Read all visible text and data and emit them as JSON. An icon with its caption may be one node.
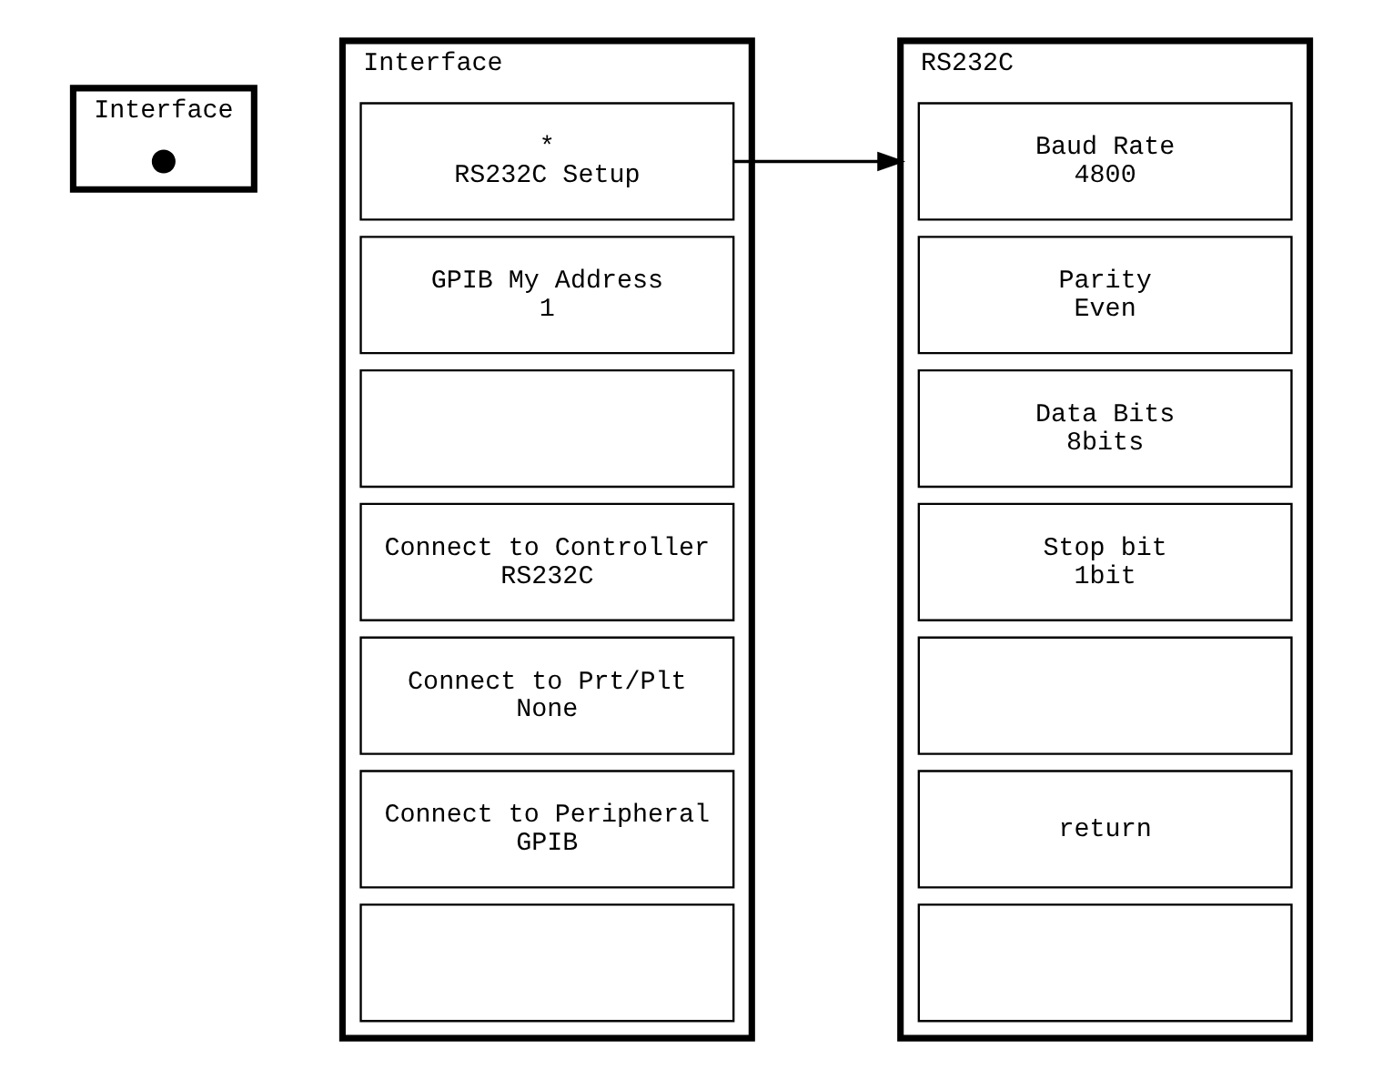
{
  "diagram": {
    "nodes": [
      {
        "text": [
          "Interface"
        ]
      },
      {
        "text": [],
        "shape": "circle",
        "in": 0
      },
      {
        "text": [
          "Interface"
        ]
      },
      {
        "text": [
          "*",
          "RS232C Setup"
        ],
        "in": 2
      },
      {
        "text": [
          "GPIB My Address",
          "1"
        ],
        "in": 2
      },
      {
        "text": [],
        "shape": "box",
        "in": 2
      },
      {
        "text": [
          "Connect to Controller",
          "RS232C"
        ],
        "in": 2
      },
      {
        "text": [
          "Connect to Prt/Plt",
          "None"
        ],
        "in": 2
      },
      {
        "text": [
          "Connect to Peripheral",
          "GPIB"
        ],
        "in": 2
      },
      {
        "text": [],
        "shape": "box",
        "in": 2
      },
      {
        "text": [
          "RS232C"
        ]
      },
      {
        "text": [
          "Baud Rate",
          "4800"
        ],
        "in": 10
      },
      {
        "text": [
          "Parity",
          "Even"
        ],
        "in": 10
      },
      {
        "text": [
          "Data Bits",
          "8bits"
        ],
        "in": 10
      },
      {
        "text": [
          "Stop bit",
          "1bit"
        ],
        "in": 10
      },
      {
        "text": [],
        "shape": "box",
        "in": 10
      },
      {
        "text": [
          "return"
        ],
        "in": 10
      },
      {
        "text": [],
        "shape": "box",
        "in": 10
      }
    ],
    "edges": [
      {
        "from": 3,
        "to": 10,
        "arrow": "to"
      }
    ]
  }
}
